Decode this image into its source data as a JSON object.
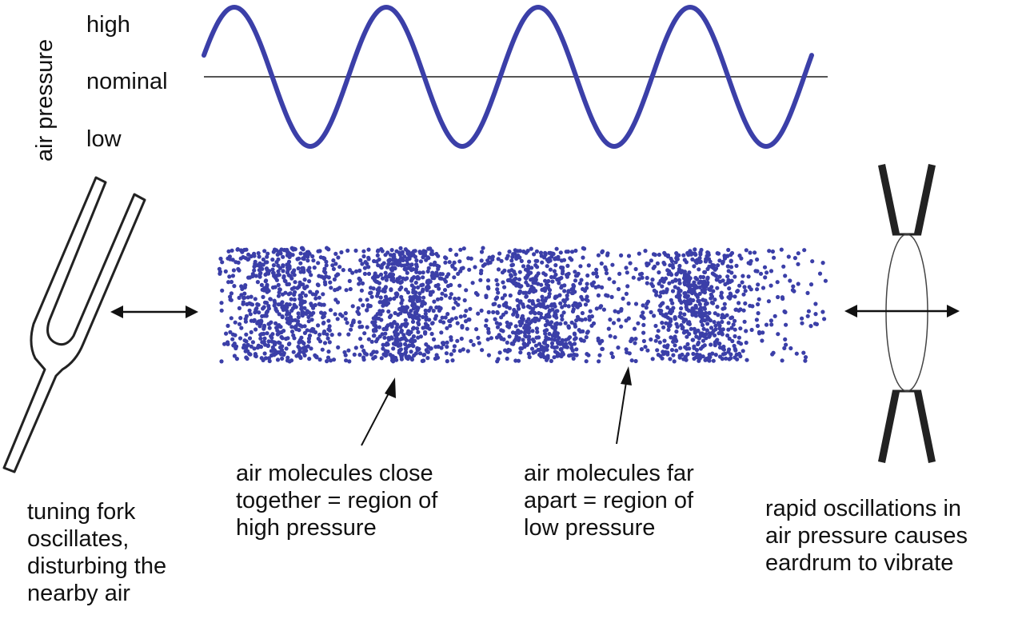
{
  "axis": {
    "ylabel": "air pressure",
    "ticks": {
      "high": "high",
      "nominal": "nominal",
      "low": "low"
    }
  },
  "wave": {
    "cycles": 4,
    "color": "#3b3fa8"
  },
  "molecules": {
    "color": "#3b3fa8"
  },
  "labels": {
    "tuning_fork": "tuning fork\noscillates,\ndisturbing the\nnearby air",
    "close_together": "air molecules close\ntogether = region of\nhigh pressure",
    "far_apart": "air molecules far\napart = region of\nlow pressure",
    "eardrum": "rapid oscillations in\nair pressure causes\neardrum to vibrate"
  }
}
